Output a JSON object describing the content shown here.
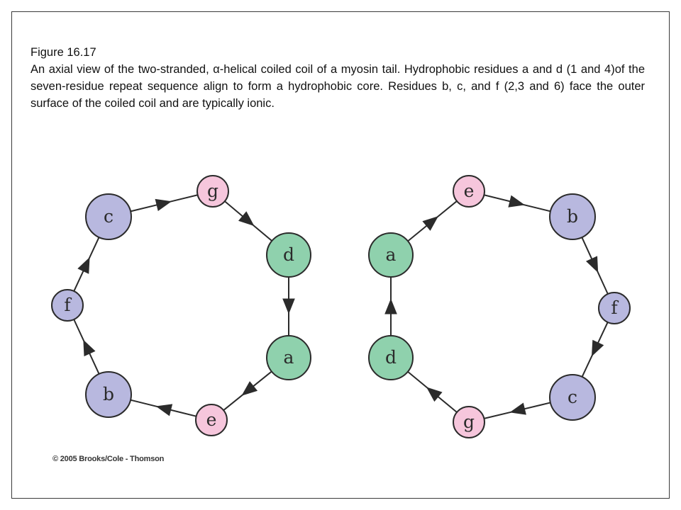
{
  "caption": {
    "title": "Figure 16.17",
    "body": "An axial view of the two-stranded, α-helical coiled coil of a myosin tail. Hydrophobic residues a and d (1 and 4)of the seven-residue repeat sequence align to form a hydrophobic core. Residues b, c, and f (2,3 and 6) face the outer surface of the coiled coil and are typically ionic."
  },
  "copyright": "© 2005 Brooks/Cole - Thomson",
  "colors": {
    "hydrophobic": "#8fd1ad",
    "outer": "#b8b8df",
    "other": "#f6c6dc",
    "stroke": "#2b2b2b"
  },
  "helices": [
    {
      "name": "left-helix",
      "residues": [
        "a",
        "b",
        "c",
        "d",
        "e",
        "f",
        "g"
      ],
      "path_order": [
        "a",
        "e",
        "b",
        "f",
        "c",
        "g",
        "d",
        "a"
      ]
    },
    {
      "name": "right-helix",
      "residues": [
        "a",
        "b",
        "c",
        "d",
        "e",
        "f",
        "g"
      ],
      "path_order": [
        "a",
        "e",
        "b",
        "f",
        "c",
        "g",
        "d",
        "a"
      ]
    }
  ]
}
